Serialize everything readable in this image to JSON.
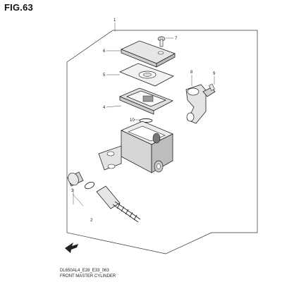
{
  "figure": {
    "title": "FIG.63",
    "model_code": "DL650AL4_E28_E33_063",
    "name": "FRONT MASTER CYLINDER"
  },
  "callouts": [
    {
      "id": "c1",
      "number": "1",
      "part": "front-master-cylinder-assembly"
    },
    {
      "id": "c2",
      "number": "2",
      "part": "piston-cup-set"
    },
    {
      "id": "c3",
      "number": "3",
      "part": "boot"
    },
    {
      "id": "c4",
      "number": "4",
      "part": "diaphragm-plate"
    },
    {
      "id": "c5",
      "number": "5",
      "part": "diaphragm"
    },
    {
      "id": "c6",
      "number": "6",
      "part": "reservoir-cap"
    },
    {
      "id": "c7",
      "number": "7",
      "part": "cap-screw"
    },
    {
      "id": "c8",
      "number": "8",
      "part": "master-cylinder-holder"
    },
    {
      "id": "c9",
      "number": "9",
      "part": "holder-bolt"
    },
    {
      "id": "c10",
      "number": "10",
      "part": "o-ring"
    }
  ],
  "icons": {
    "front_arrow": "front-direction-arrow-icon"
  },
  "colors": {
    "line": "#222222",
    "background": "#ffffff"
  }
}
